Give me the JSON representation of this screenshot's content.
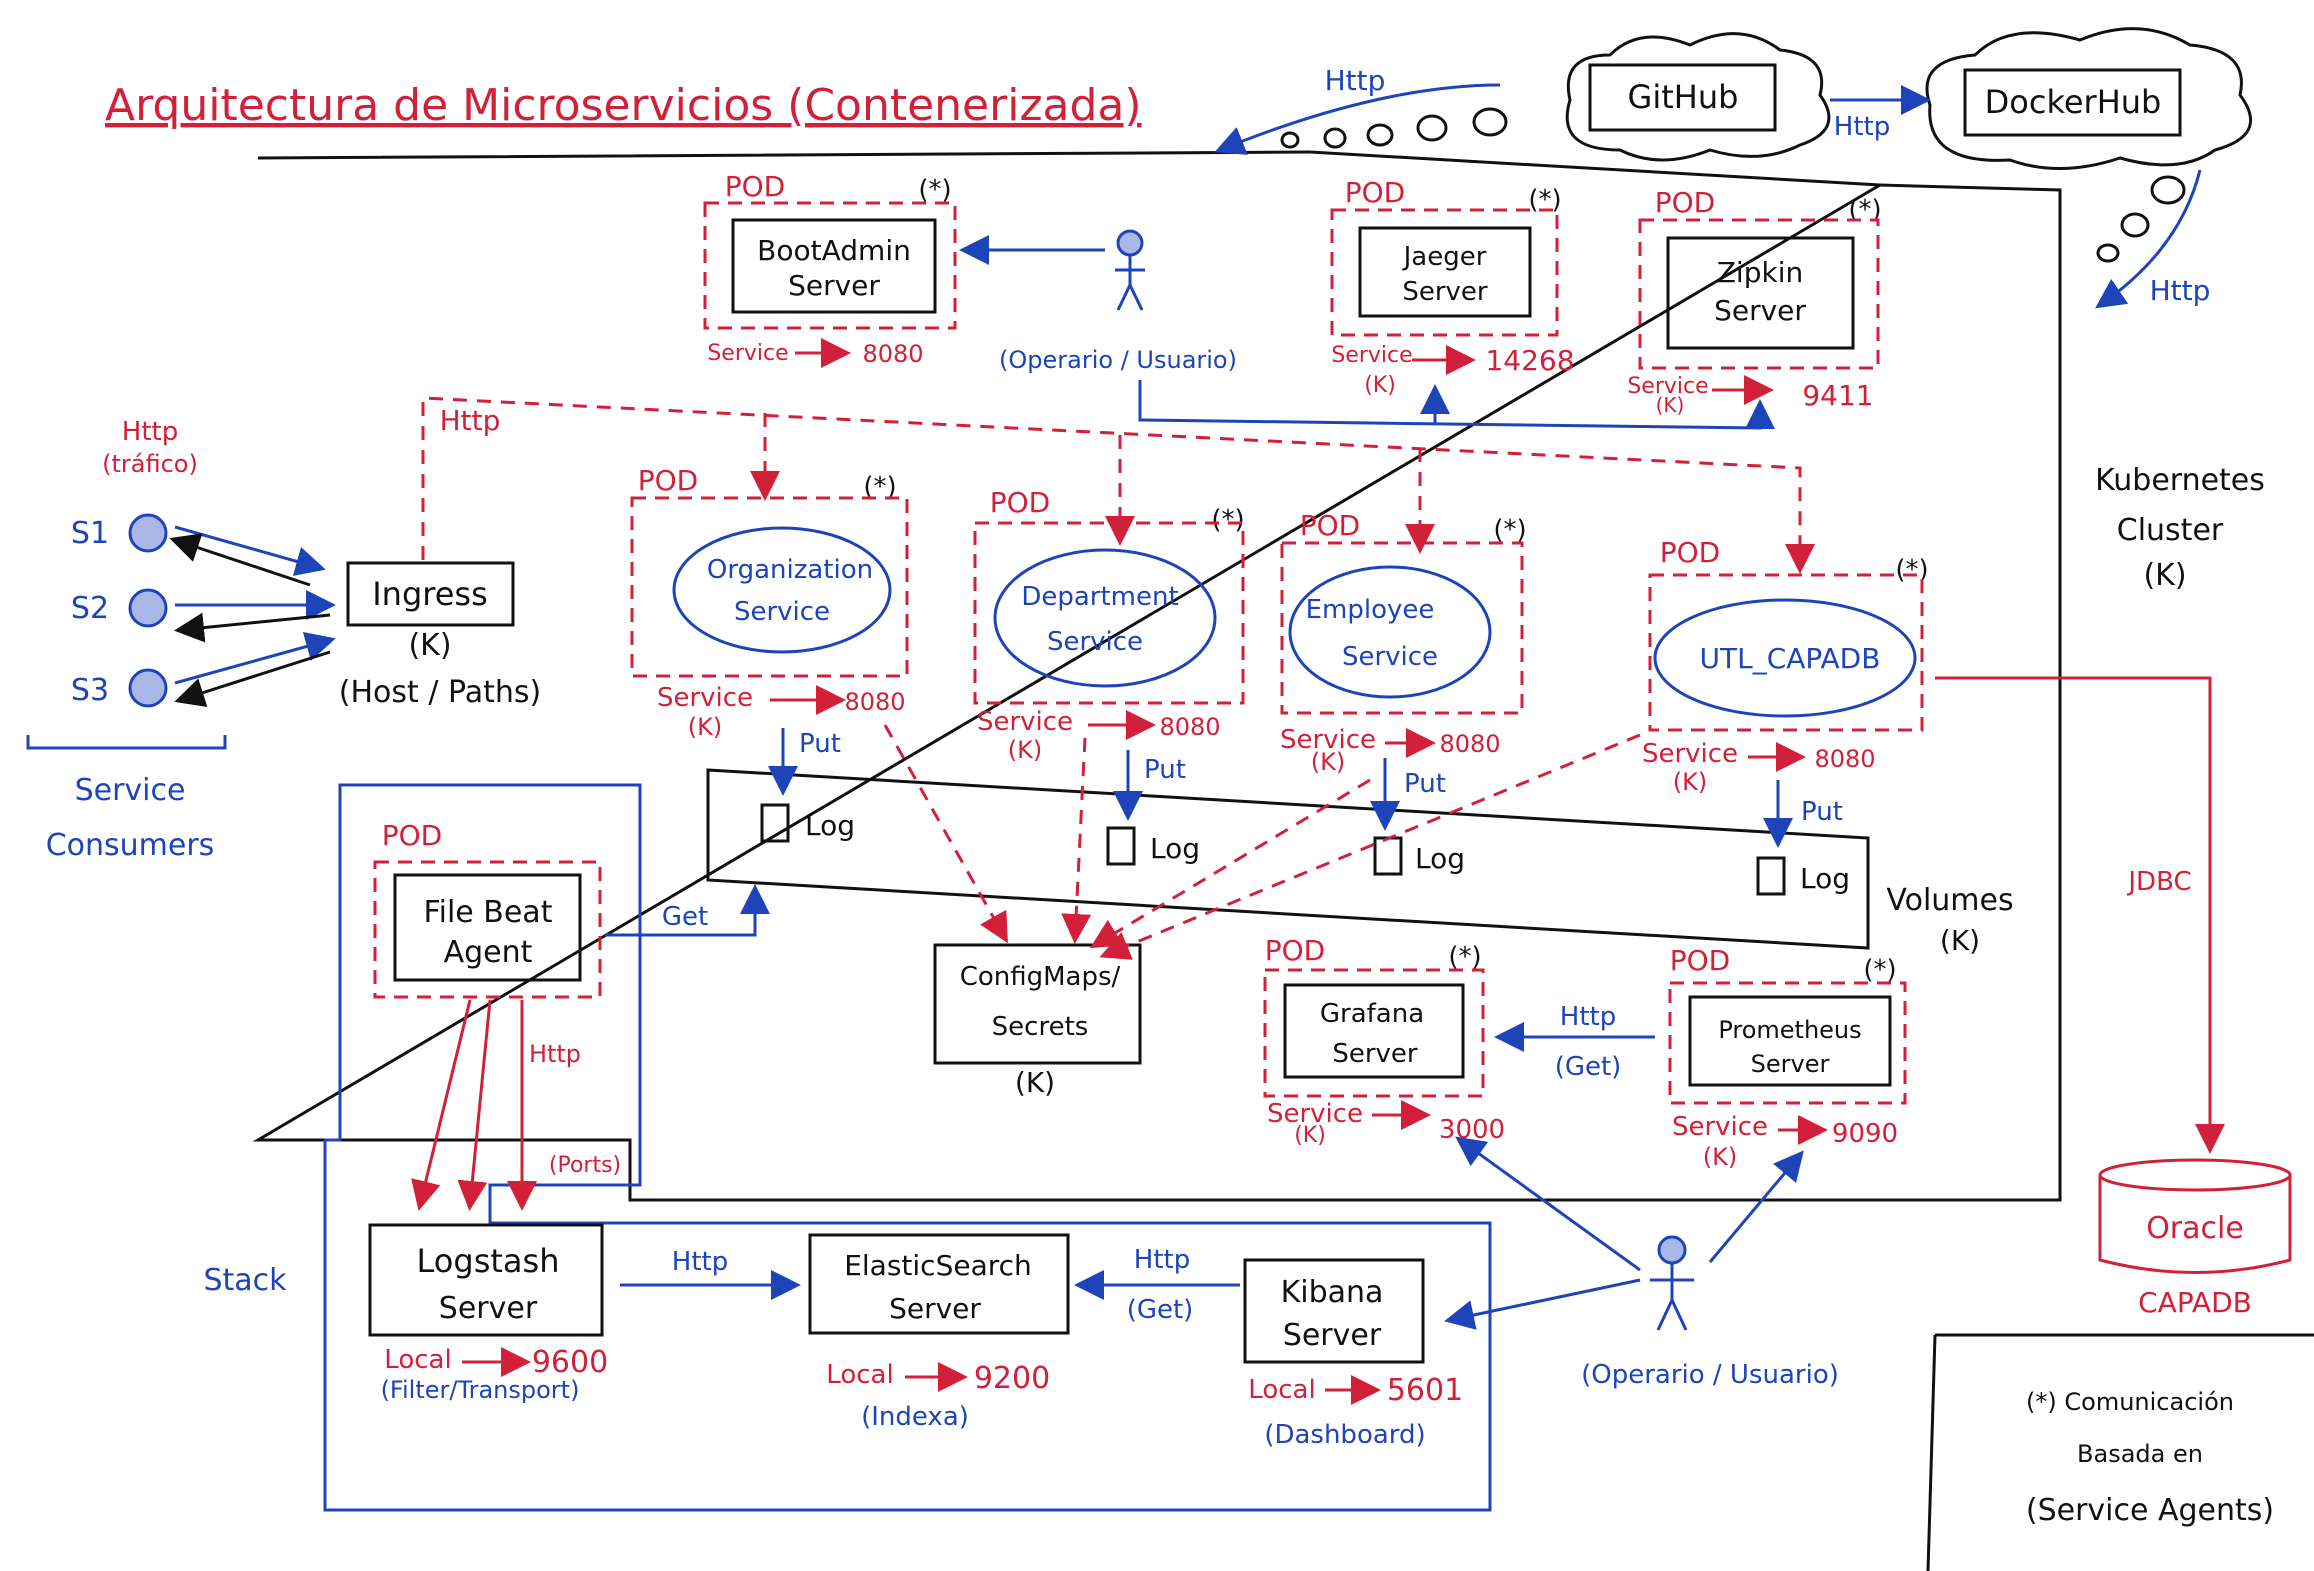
{
  "title": "Arquitectura de Microservicios (Contenerizada)",
  "colors": {
    "red": "#d2203a",
    "blue": "#1d44b8",
    "black": "#111111"
  },
  "top": {
    "github": "GitHub",
    "dockerhub": "DockerHub",
    "http_left": "Http",
    "http_mid": "Http",
    "http_right": "Http"
  },
  "clients": {
    "http": "Http",
    "http_sub": "(tráfico)",
    "s1": "S1",
    "s2": "S2",
    "s3": "S3",
    "consumers1": "Service",
    "consumers2": "Consumers"
  },
  "ingress": {
    "label": "Ingress",
    "k": "(K)",
    "sub": "(Host / Paths)",
    "http": "Http"
  },
  "pod": "POD",
  "star": "(*)",
  "bootadmin": {
    "l1": "BootAdmin",
    "l2": "Server",
    "svc": "Service",
    "port": "8080"
  },
  "operator_top": "(Operario / Usuario)",
  "jaeger": {
    "l1": "Jaeger",
    "l2": "Server",
    "svc": "Service",
    "k": "(K)",
    "port": "14268"
  },
  "zipkin": {
    "l1": "Zipkin",
    "l2": "Server",
    "svc": "Service",
    "k": "(K)",
    "port": "9411"
  },
  "k8s": {
    "l1": "Kubernetes",
    "l2": "Cluster",
    "l3": "(K)"
  },
  "organization": {
    "l1": "Organization",
    "l2": "Service",
    "svc": "Service",
    "k": "(K)",
    "port": "8080"
  },
  "department": {
    "l1": "Department",
    "l2": "Service",
    "svc": "Service",
    "k": "(K)",
    "port": "8080"
  },
  "employee": {
    "l1": "Employee",
    "l2": "Service",
    "svc": "Service",
    "k": "(K)",
    "port": "8080"
  },
  "utl": {
    "l1": "UTL_CAPADB",
    "svc": "Service",
    "k": "(K)",
    "port": "8080"
  },
  "put": "Put",
  "log": "Log",
  "volumes": {
    "l1": "Volumes",
    "l2": "(K)"
  },
  "filebeat": {
    "l1": "File Beat",
    "l2": "Agent",
    "get": "Get",
    "http": "Http",
    "ports": "(Ports)"
  },
  "configmaps": {
    "l1": "ConfigMaps/",
    "l2": "Secrets",
    "k": "(K)"
  },
  "grafana": {
    "l1": "Grafana",
    "l2": "Server",
    "svc": "Service",
    "k": "(K)",
    "port": "3000"
  },
  "prometheus": {
    "l1": "Prometheus",
    "l2": "Server",
    "svc": "Service",
    "k": "(K)",
    "port": "9090"
  },
  "http_get": {
    "l1": "Http",
    "l2": "(Get)"
  },
  "jdbc": "JDBC",
  "oracle": {
    "l1": "Oracle",
    "l2": "CAPADB"
  },
  "stack": "Stack",
  "logstash": {
    "l1": "Logstash",
    "l2": "Server",
    "local": "Local",
    "port": "9600",
    "sub": "(Filter/Transport)"
  },
  "elastic": {
    "l1": "ElasticSearch",
    "l2": "Server",
    "local": "Local",
    "port": "9200",
    "sub": "(Indexa)"
  },
  "kibana": {
    "l1": "Kibana",
    "l2": "Server",
    "local": "Local",
    "port": "5601",
    "sub": "(Dashboard)"
  },
  "http_logstash": "Http",
  "http_kibana": {
    "l1": "Http",
    "l2": "(Get)"
  },
  "operator_bottom": "(Operario / Usuario)",
  "legend": {
    "l1": "(*) Comunicación",
    "l2": "Basada en",
    "l3": "(Service Agents)"
  }
}
